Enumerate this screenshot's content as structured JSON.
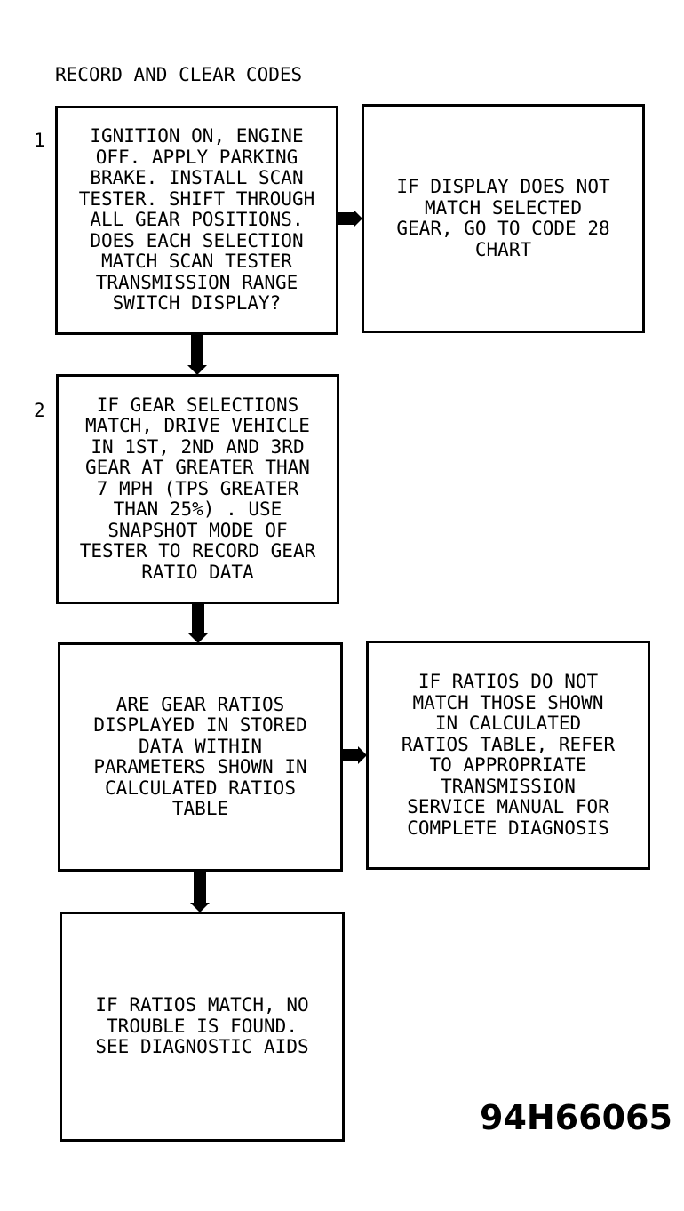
{
  "diagram": {
    "header": "RECORD AND CLEAR CODES",
    "steps": {
      "step1": {
        "number": "1",
        "question": "IGNITION ON, ENGINE\nOFF. APPLY PARKING\nBRAKE. INSTALL SCAN\nTESTER. SHIFT THROUGH\nALL GEAR POSITIONS.\nDOES EACH SELECTION\nMATCH SCAN TESTER\nTRANSMISSION RANGE\nSWITCH DISPLAY?",
        "no_branch": "IF DISPLAY DOES NOT\nMATCH SELECTED\nGEAR, GO TO CODE 28\nCHART"
      },
      "step2": {
        "number": "2",
        "action": "IF GEAR SELECTIONS\nMATCH, DRIVE VEHICLE\nIN 1ST, 2ND AND 3RD\nGEAR AT GREATER THAN\n7 MPH (TPS GREATER\nTHAN 25%) . USE\nSNAPSHOT MODE OF\nTESTER TO RECORD GEAR\nRATIO DATA"
      },
      "step3": {
        "question": "ARE GEAR RATIOS\nDISPLAYED IN STORED\nDATA WITHIN\nPARAMETERS SHOWN IN\nCALCULATED RATIOS\nTABLE",
        "no_branch": "IF RATIOS DO NOT\nMATCH THOSE SHOWN\nIN CALCULATED\nRATIOS TABLE, REFER\nTO APPROPRIATE\nTRANSMISSION\nSERVICE MANUAL FOR\nCOMPLETE DIAGNOSIS"
      },
      "step4": {
        "result": "IF RATIOS MATCH, NO\nTROUBLE IS FOUND.\nSEE DIAGNOSTIC AIDS"
      }
    },
    "figure_id": "94H66065"
  }
}
